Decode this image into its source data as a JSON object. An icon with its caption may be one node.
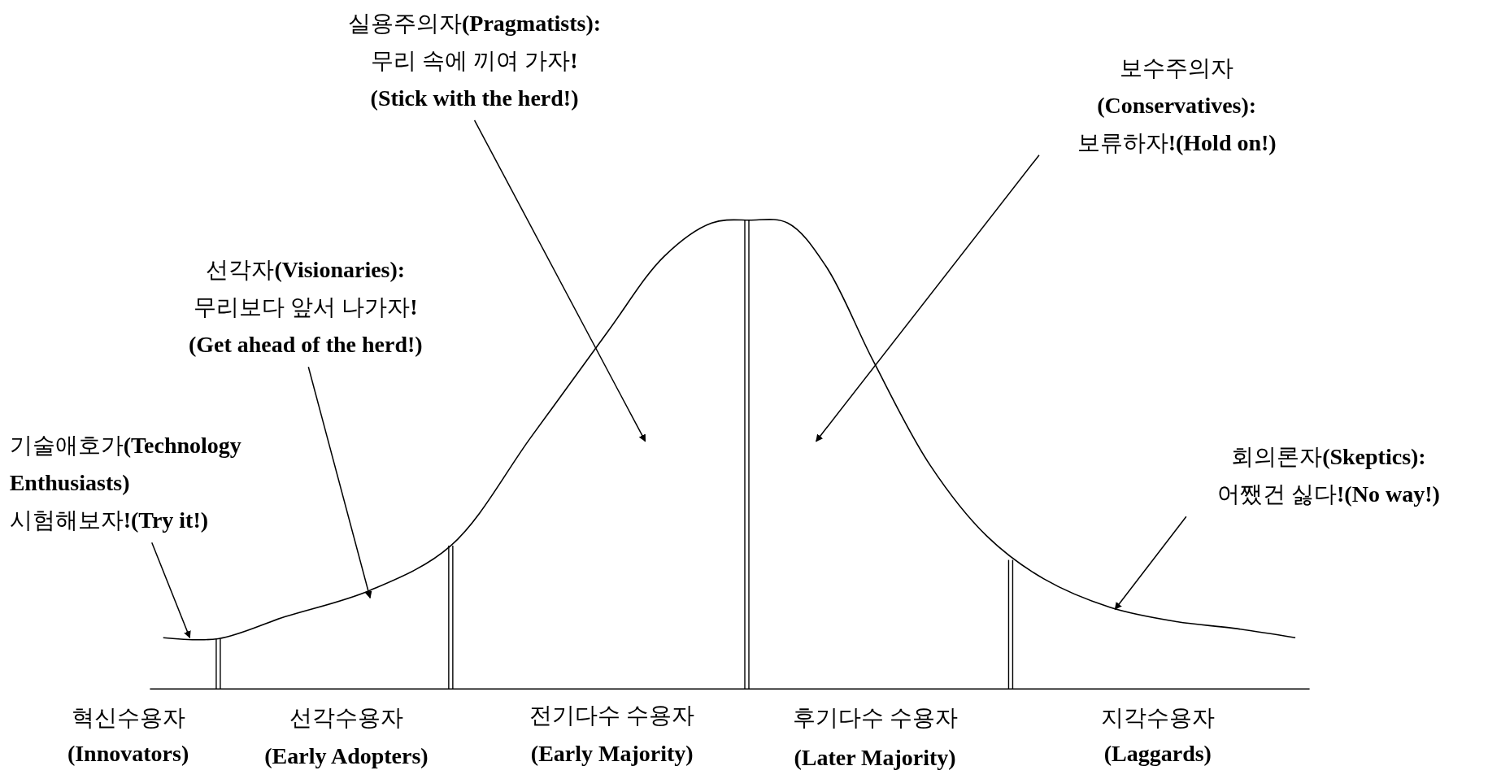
{
  "diagram": {
    "nodes": [
      {
        "text": [
          "실용주의자**(Pragmatists):**",
          "무리 속에 끼여 가자**!**",
          "**(Stick with the herd!)**"
        ]
      },
      {
        "text": [
          "보수주의자",
          "**(Conservatives):**",
          "보류하자**!(Hold on!)**"
        ]
      },
      {
        "text": [
          "선각자**(Visionaries):**",
          "무리보다 앞서 나가자**!**",
          "**(Get ahead of the herd!)**"
        ]
      },
      {
        "text": [
          "기술애호가**(Technology Enthusiasts)**",
          "시험해보자**!(Try it!)**"
        ]
      },
      {
        "text": [
          "회의론자**(Skeptics):**",
          "어쨌건 싫다**!(No way!)**"
        ]
      }
    ],
    "edges": [
      {
        "from": 0,
        "to": null,
        "arrow": "to"
      },
      {
        "from": 1,
        "to": null,
        "arrow": "to"
      },
      {
        "from": 2,
        "to": null,
        "arrow": "to"
      },
      {
        "from": 3,
        "to": null,
        "arrow": "to"
      },
      {
        "from": 4,
        "to": null,
        "arrow": "to"
      }
    ],
    "labels": [
      "혁신수용자",
      "선각수용자",
      "전기다수 수용자",
      "후기다수 수용자",
      "지각수용자",
      "**(Innovators)**",
      "**(Early Adopters)**",
      "**(Early Majority)**",
      "**(Later Majority)**",
      "**(Laggards)**"
    ]
  }
}
